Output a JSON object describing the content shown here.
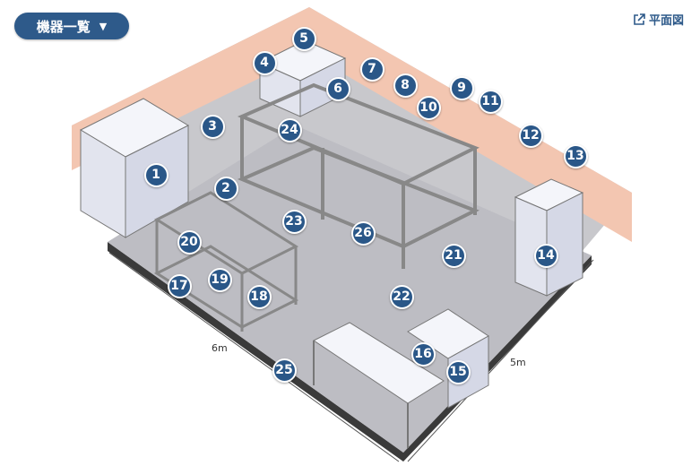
{
  "header": {
    "menu_label": "機器一覧",
    "menu_arrow": "▼",
    "plan_link_label": "平面図"
  },
  "dimensions": {
    "width_label": "6m",
    "depth_label": "5m"
  },
  "equipment_markers": [
    "1",
    "2",
    "3",
    "4",
    "5",
    "6",
    "7",
    "8",
    "9",
    "10",
    "11",
    "12",
    "13",
    "14",
    "15",
    "16",
    "17",
    "18",
    "19",
    "20",
    "21",
    "22",
    "23",
    "24",
    "25",
    "26"
  ],
  "colors": {
    "marker": "#2a5788",
    "wall": "#f2c6b0",
    "floor": "#c9c9cc",
    "equipment": "#e4e6f0",
    "accent": "#2e5a8a"
  }
}
